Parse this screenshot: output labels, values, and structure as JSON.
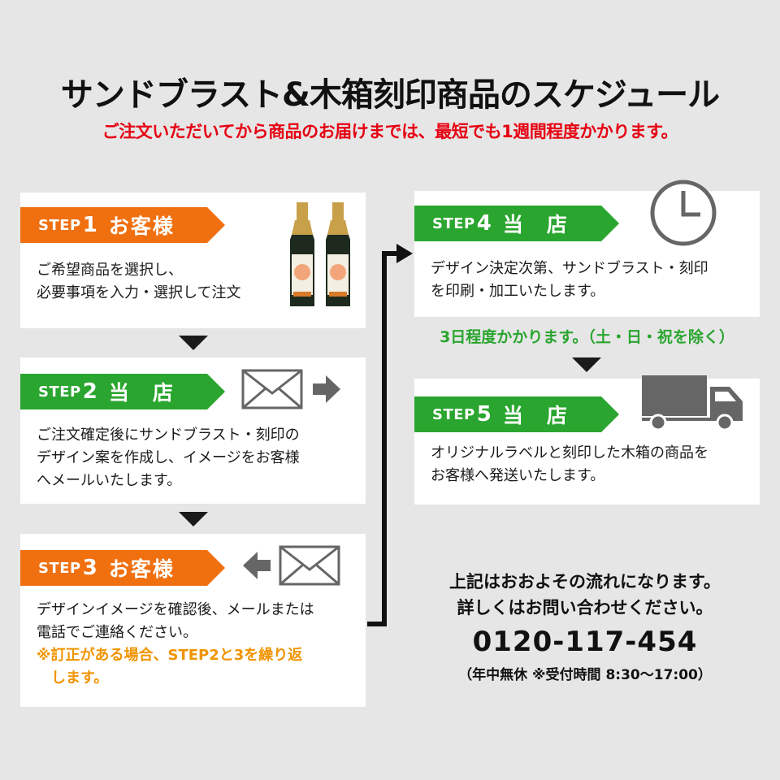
{
  "header": {
    "title": "サンドブラスト&木箱刻印商品のスケジュール",
    "subtitle": "ご注文いただいてから商品のお届けまでは、最短でも1週間程度かかります。"
  },
  "steps": [
    {
      "step_word": "STEP",
      "number": "1",
      "actor": "お客様",
      "color": "#f07010",
      "lines": [
        "ご希望商品を選択し、",
        "必要事項を入力・選択して注文"
      ],
      "icon": "bottles-icon"
    },
    {
      "step_word": "STEP",
      "number": "2",
      "actor": "当　店",
      "color": "#2aa52f",
      "lines": [
        "ご注文確定後にサンドブラスト・刻印の",
        "デザイン案を作成し、イメージをお客様",
        "へメールいたします。"
      ],
      "icon": "mail-send-icon"
    },
    {
      "step_word": "STEP",
      "number": "3",
      "actor": "お客様",
      "color": "#f07010",
      "lines": [
        "デザインイメージを確認後、メールまたは",
        "電話でご連絡ください。"
      ],
      "note_lines": [
        "※訂正がある場合、STEP2と3を繰り返",
        "　します。"
      ],
      "note_color": "#f09400",
      "icon": "mail-receive-icon"
    },
    {
      "step_word": "STEP",
      "number": "4",
      "actor": "当　店",
      "color": "#2aa52f",
      "lines": [
        "デザイン決定次第、サンドブラスト・刻印",
        "を印刷・加工いたします。"
      ],
      "icon": "clock-icon"
    },
    {
      "step_word": "STEP",
      "number": "5",
      "actor": "当　店",
      "color": "#2aa52f",
      "lines": [
        "オリジナルラベルと刻印した木箱の商品を",
        "お客様へ発送いたします。"
      ],
      "icon": "truck-icon"
    }
  ],
  "duration_note": "3日程度かかります。（土・日・祝を除く）",
  "contact": {
    "line1": "上記はおおよその流れになります。",
    "line2": "詳しくはお問い合わせください。",
    "phone": "0120-117-454",
    "hours": "（年中無休 ※受付時間 8:30〜17:00）"
  },
  "colors": {
    "background": "#e6e6e6",
    "title": "#111111",
    "subtitle_red": "#e60012",
    "orange": "#f07010",
    "green": "#2aa52f",
    "note_orange": "#f09400",
    "icon_gray": "#666666"
  }
}
